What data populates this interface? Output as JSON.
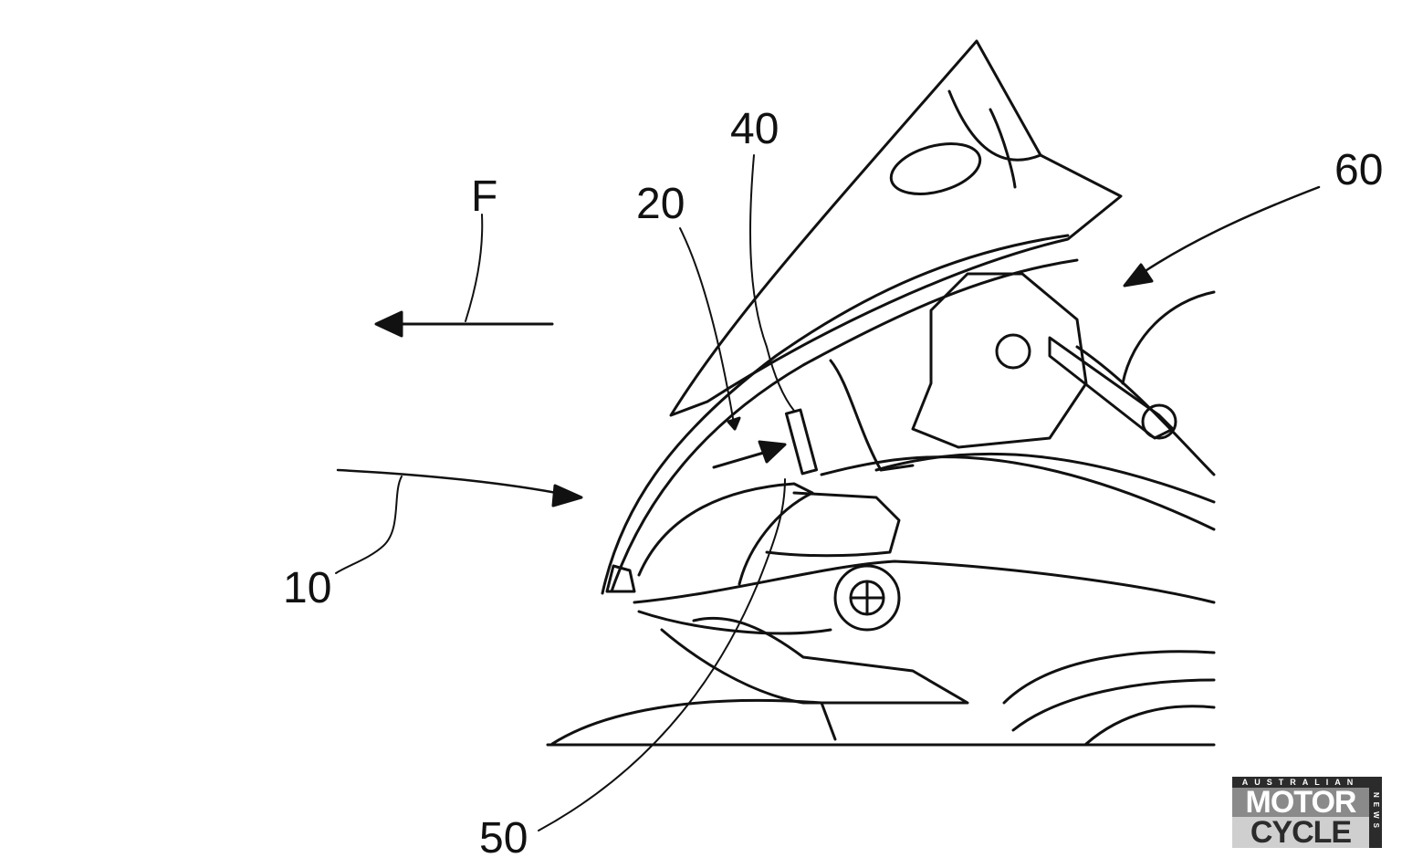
{
  "labels": {
    "direction": "F",
    "ref_10": "10",
    "ref_20": "20",
    "ref_40": "40",
    "ref_50": "50",
    "ref_60": "60"
  },
  "logo": {
    "top": "AUSTRALIAN",
    "line1": "MOTOR",
    "line2": "CYCLE",
    "side": "NEWS"
  }
}
